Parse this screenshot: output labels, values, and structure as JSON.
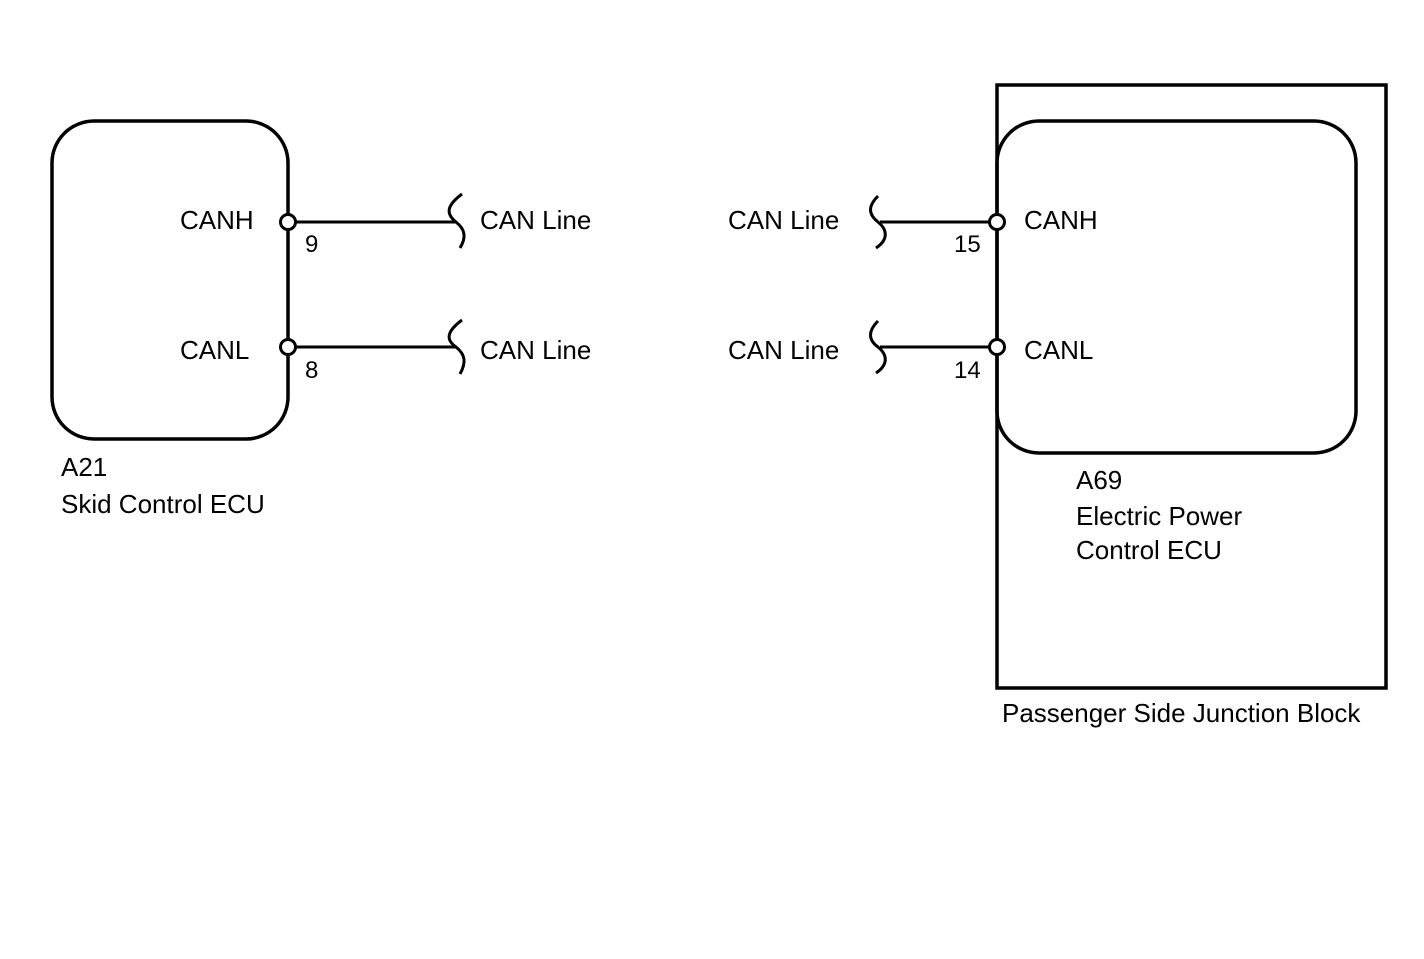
{
  "colors": {
    "line": "#000000",
    "background": "#ffffff"
  },
  "left_ecu": {
    "code": "A21",
    "name": "Skid Control ECU",
    "pins": [
      {
        "signal": "CANH",
        "number": "9",
        "link_label": "CAN Line"
      },
      {
        "signal": "CANL",
        "number": "8",
        "link_label": "CAN Line"
      }
    ]
  },
  "right_ecu": {
    "code": "A69",
    "name_line1": "Electric Power",
    "name_line2": "Control ECU",
    "pins": [
      {
        "signal": "CANH",
        "number": "15",
        "link_label": "CAN Line"
      },
      {
        "signal": "CANL",
        "number": "14",
        "link_label": "CAN Line"
      }
    ]
  },
  "junction_block": {
    "label": "Passenger Side Junction Block"
  }
}
